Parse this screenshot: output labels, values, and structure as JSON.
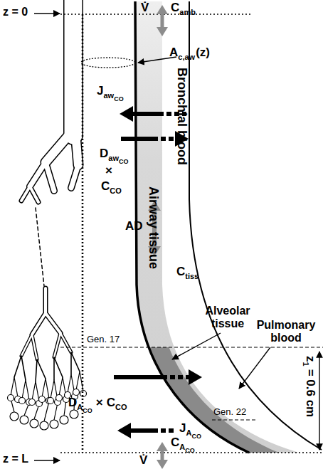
{
  "diagram": {
    "labels": [
      "V̇",
      "C",
      "amb",
      "z = 0",
      "A",
      "c,aw",
      "(z)",
      "J",
      "aw",
      "CO",
      "D",
      "aw",
      "CO",
      "×",
      "C",
      "CO",
      "Bronchial blood",
      "Airway tissue",
      "AD",
      "C",
      "tiss",
      "Gen. 17",
      "Alveolar tissue",
      "Pulmonary blood",
      "z",
      "1",
      "= 0.6 cm",
      "D",
      "A",
      "CO",
      "×",
      "C",
      "CO",
      "J",
      "A",
      "CO",
      "Gen. 22",
      "C",
      "A",
      "CO",
      "z = L",
      "V̇"
    ]
  }
}
